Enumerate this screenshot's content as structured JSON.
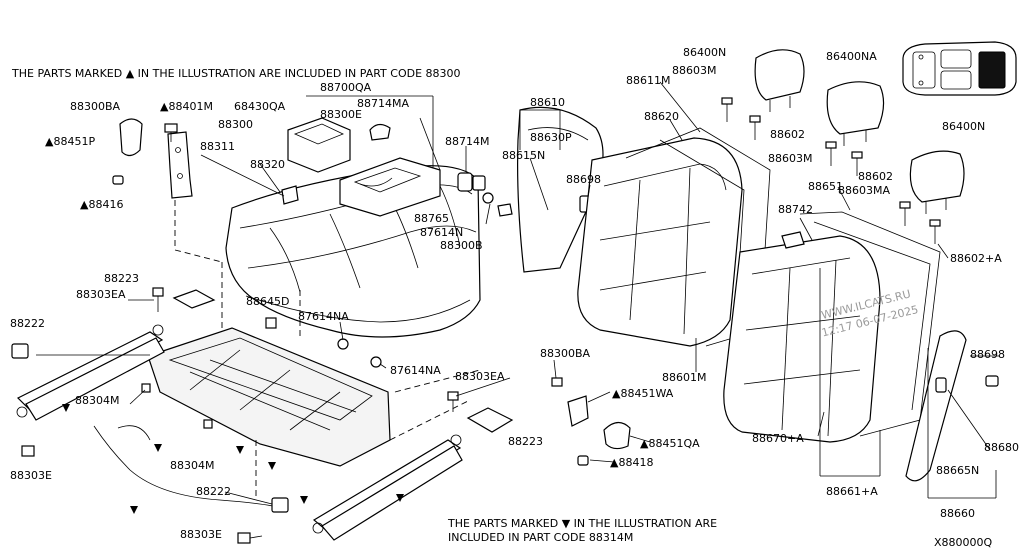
{
  "notes": {
    "top": "THE PARTS MARKED ▲ IN THE ILLUSTRATION ARE INCLUDED IN PART CODE 88300",
    "bottom_line1": "THE PARTS MARKED ▼ IN THE ILLUSTRATION ARE",
    "bottom_line2": "INCLUDED IN PART CODE 88314M"
  },
  "diagram_code": "X880000Q",
  "watermark": {
    "site": "WWW.ILCATS.RU",
    "time": "12:17 06-07-2025"
  },
  "labels": {
    "l_88300BA_top": "88300BA",
    "l_88401M": "▲88401M",
    "l_88451P": "▲88451P",
    "l_88416": "▲88416",
    "l_68430QA": "68430QA",
    "l_88700QA": "88700QA",
    "l_88300E": "88300E",
    "l_88714MA": "88714MA",
    "l_88300": "88300",
    "l_88311": "88311",
    "l_88320": "88320",
    "l_88714M": "88714M",
    "l_88765": "88765",
    "l_87614N": "87614N",
    "l_88300B": "88300B",
    "l_88610": "88610",
    "l_88630P": "88630P",
    "l_88615N": "88615N",
    "l_88698_mid": "88698",
    "l_88611M": "88611M",
    "l_88620": "88620",
    "l_86400N_top": "86400N",
    "l_88603M_top": "88603M",
    "l_88602_mid": "88602",
    "l_88603M_mid": "88603M",
    "l_86400NA": "86400NA",
    "l_88602_right": "88602",
    "l_88603MA": "88603MA",
    "l_86400N_right": "86400N",
    "l_88651": "88651",
    "l_88742": "88742",
    "l_88602A": "88602+A",
    "l_88223_top": "88223",
    "l_88303EA_left": "88303EA",
    "l_88222_left": "88222",
    "l_88645D": "88645D",
    "l_87614NA_top": "87614NA",
    "l_87614NA_bot": "87614NA",
    "l_88304M_left": "88304M",
    "l_88304M_mid": "88304M",
    "l_88303E_left": "88303E",
    "l_88222_bot": "88222",
    "l_88303E_bot": "88303E",
    "l_88300BA_mid": "88300BA",
    "l_88451WA": "▲88451WA",
    "l_88303EA_mid": "88303EA",
    "l_88223_mid": "88223",
    "l_88451QA": "▲88451QA",
    "l_88418": "▲88418",
    "l_88601M": "88601M",
    "l_88670A": "88670+A",
    "l_88661A": "88661+A",
    "l_88698_right": "88698",
    "l_88680": "88680",
    "l_88665N": "88665N",
    "l_88660": "88660"
  }
}
